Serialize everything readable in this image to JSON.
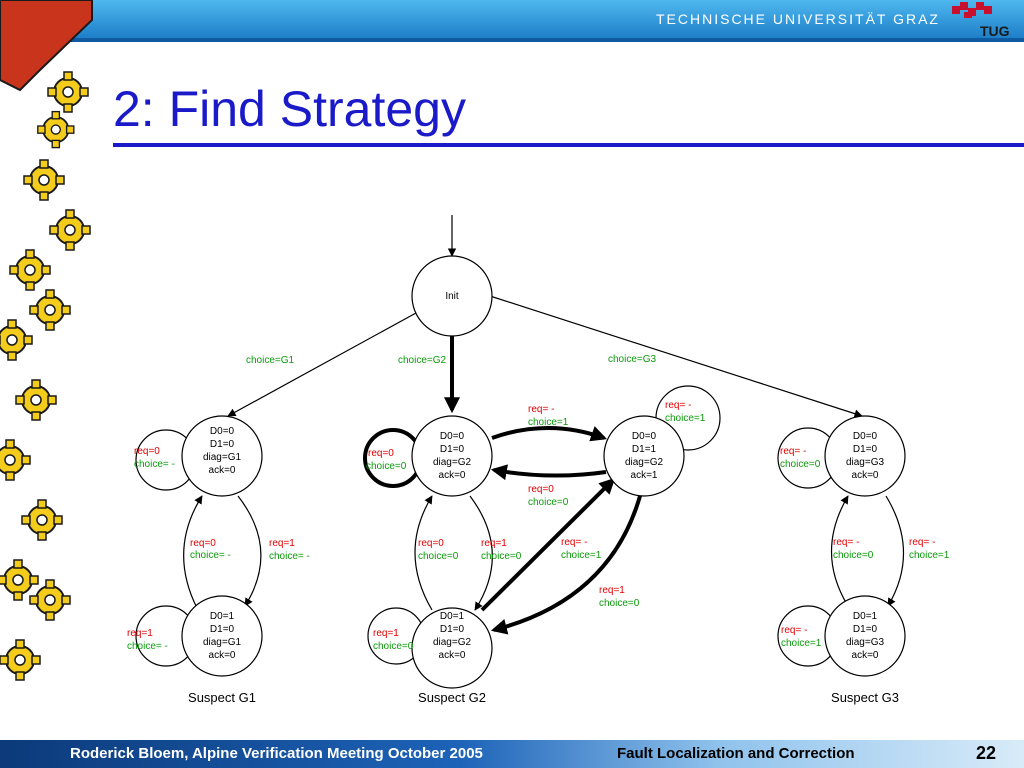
{
  "header": {
    "university": "TECHNISCHE UNIVERSITÄT GRAZ",
    "logo_text": "TUG",
    "accent": "#1e7fc9"
  },
  "slide": {
    "title": "2: Find Strategy",
    "title_color": "#1a1ac8"
  },
  "diagram": {
    "colors": {
      "req": "#e00000",
      "choice": "#0a9a0a",
      "edge": "#000000"
    },
    "states": {
      "init": {
        "label": "Init"
      },
      "g1_top": {
        "lines": [
          "D0=0",
          "D1=0",
          "diag=G1",
          "ack=0"
        ]
      },
      "g1_bot": {
        "lines": [
          "D0=1",
          "D1=0",
          "diag=G1",
          "ack=0"
        ]
      },
      "g2_left": {
        "lines": [
          "D0=0",
          "D1=0",
          "diag=G2",
          "ack=0"
        ]
      },
      "g2_right": {
        "lines": [
          "D0=0",
          "D1=1",
          "diag=G2",
          "ack=1"
        ]
      },
      "g2_bot": {
        "lines": [
          "D0=1",
          "D1=0",
          "diag=G2",
          "ack=0"
        ]
      },
      "g3_top": {
        "lines": [
          "D0=0",
          "D1=0",
          "diag=G3",
          "ack=0"
        ]
      },
      "g3_bot": {
        "lines": [
          "D0=1",
          "D1=0",
          "diag=G3",
          "ack=0"
        ]
      }
    },
    "edge_labels": {
      "init_g1": "choice=G1",
      "init_g2": "choice=G2",
      "init_g3": "choice=G3",
      "g1_self_top": {
        "req": "req=0",
        "choice": "choice= -"
      },
      "g1_down": {
        "req": "req=1",
        "choice": "choice= -"
      },
      "g1_up": {
        "req": "req=0",
        "choice": "choice= -"
      },
      "g1_self_bot": {
        "req": "req=1",
        "choice": "choice= -"
      },
      "g2_self_left": {
        "req": "req=0",
        "choice": "choice=0"
      },
      "g2_left_to_right": {
        "req": "req= -",
        "choice": "choice=1"
      },
      "g2_right_to_left": {
        "req": "req=0",
        "choice": "choice=0"
      },
      "g2_self_right": {
        "req": "req= -",
        "choice": "choice=1"
      },
      "g2_up": {
        "req": "req=0",
        "choice": "choice=0"
      },
      "g2_down": {
        "req": "req=1",
        "choice": "choice=0"
      },
      "g2_bot_to_right": {
        "req": "req= -",
        "choice": "choice=1"
      },
      "g2_right_to_bot": {
        "req": "req=1",
        "choice": "choice=0"
      },
      "g2_self_bot": {
        "req": "req=1",
        "choice": "choice=0"
      },
      "g3_self_top": {
        "req": "req= -",
        "choice": "choice=0"
      },
      "g3_up": {
        "req": "req= -",
        "choice": "choice=0"
      },
      "g3_down": {
        "req": "req= -",
        "choice": "choice=1"
      },
      "g3_self_bot": {
        "req": "req= -",
        "choice": "choice=1"
      }
    },
    "groups": {
      "g1": "Suspect G1",
      "g2": "Suspect G2",
      "g3": "Suspect G3"
    }
  },
  "footer": {
    "left": "Roderick Bloem, Alpine Verification Meeting October 2005",
    "center": "Fault Localization and Correction",
    "page": "22"
  }
}
